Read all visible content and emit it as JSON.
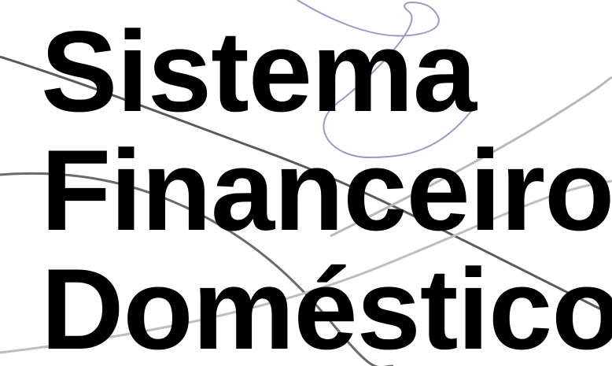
{
  "title": {
    "lines": [
      "Sistema",
      "Financeiro",
      "Doméstico"
    ],
    "color": "#000000"
  },
  "background": {
    "color": "#ffffff",
    "curve_colors": {
      "dark": "#5a5a5a",
      "light": "#b8b8b8",
      "blue": "#9a98c8"
    }
  }
}
